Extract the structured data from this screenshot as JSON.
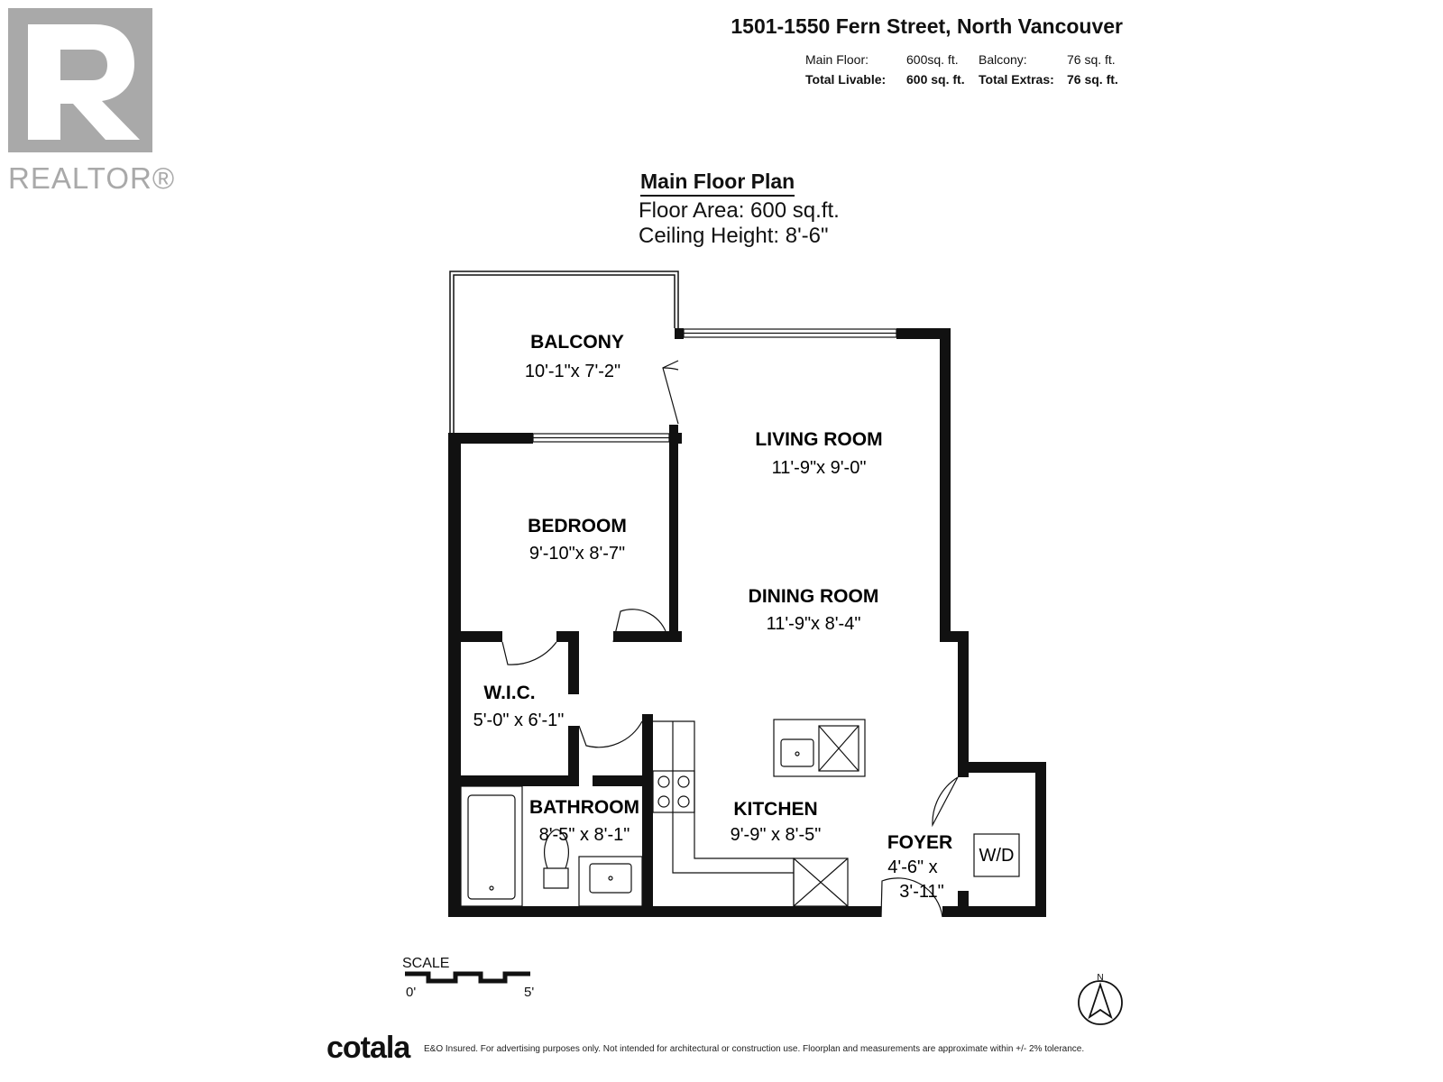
{
  "logo": {
    "text": "REALTOR®"
  },
  "header": {
    "address": "1501-1550 Fern Street, North Vancouver",
    "main_floor_label": "Main Floor:",
    "main_floor_value": "600sq. ft.",
    "balcony_label": "Balcony:",
    "balcony_value": "76 sq. ft.",
    "total_livable_label": "Total Livable:",
    "total_livable_value": "600 sq. ft.",
    "total_extras_label": "Total Extras:",
    "total_extras_value": "76 sq. ft."
  },
  "plan": {
    "title": "Main Floor Plan",
    "floor_area": "Floor Area: 600 sq.ft.",
    "ceiling_height": "Ceiling Height: 8'-6\""
  },
  "rooms": {
    "balcony": {
      "name": "BALCONY",
      "dims": "10'-1\"x 7'-2\""
    },
    "living": {
      "name": "LIVING ROOM",
      "dims": "11'-9\"x 9'-0\""
    },
    "bedroom": {
      "name": "BEDROOM",
      "dims": "9'-10\"x 8'-7\""
    },
    "dining": {
      "name": "DINING ROOM",
      "dims": "11'-9\"x 8'-4\""
    },
    "wic": {
      "name": "W.I.C.",
      "dims": "5'-0\" x 6'-1\""
    },
    "bathroom": {
      "name": "BATHROOM",
      "dims": "8'-5\" x 8'-1\""
    },
    "kitchen": {
      "name": "KITCHEN",
      "dims": "9'-9\" x 8'-5\""
    },
    "foyer": {
      "name": "FOYER",
      "dims1": "4'-6\" x",
      "dims2": "3'-11\""
    },
    "wd": {
      "label": "W/D"
    }
  },
  "scale": {
    "label": "SCALE",
    "start": "0'",
    "end": "5'"
  },
  "compass": {
    "label": "N"
  },
  "footer": {
    "brand": "cotala",
    "disclaimer": "E&O Insured. For advertising purposes only. Not intended for architectural or construction use. Floorplan and measurements are approximate within +/- 2% tolerance."
  }
}
